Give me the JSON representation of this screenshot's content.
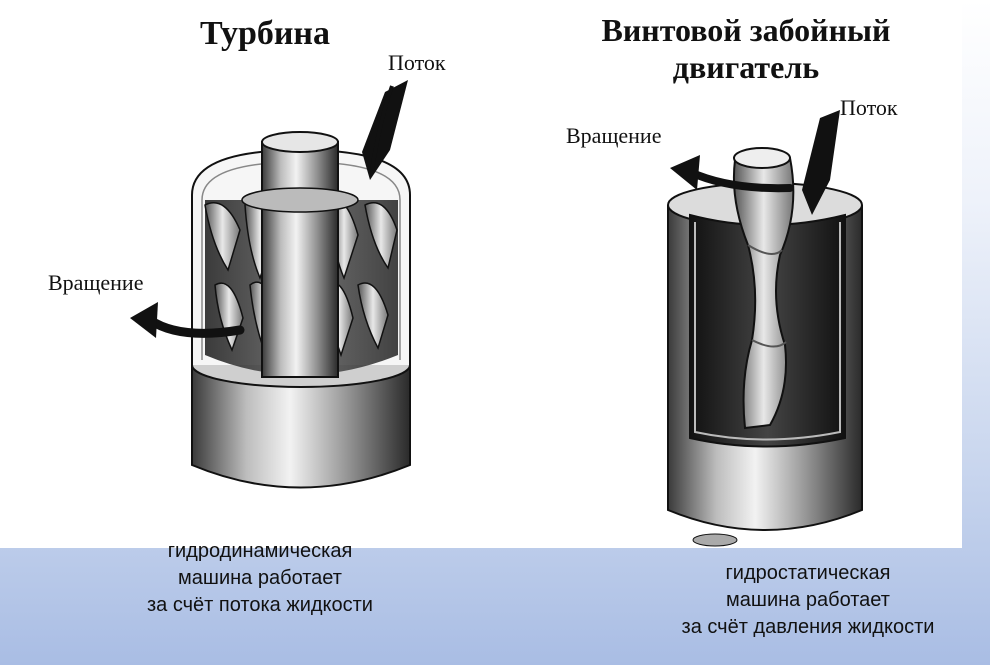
{
  "turbine": {
    "title": "Турбина",
    "flow_label": "Поток",
    "rotation_label": "Вращение",
    "caption_line1": "гидродинамическая",
    "caption_line2": "машина работает",
    "caption_line3": "за счёт потока жидкости"
  },
  "screw_motor": {
    "title_line1": "Винтовой забойный",
    "title_line2": "двигатель",
    "flow_label": "Поток",
    "rotation_label": "Вращение",
    "caption_line1": "гидростатическая",
    "caption_line2": "машина работает",
    "caption_line3": "за счёт давления жидкости"
  }
}
